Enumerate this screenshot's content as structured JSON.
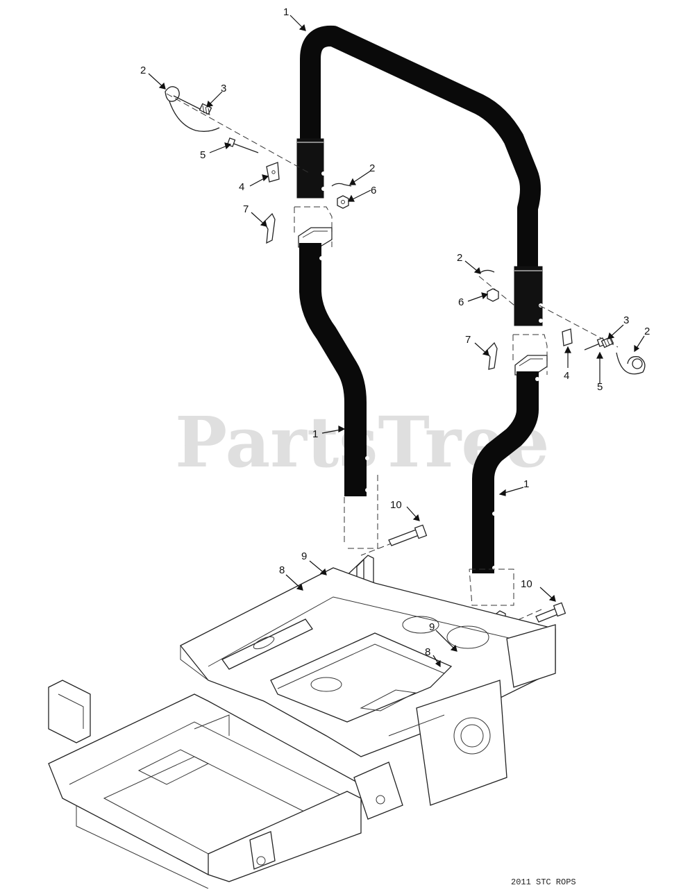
{
  "watermark": "PartsTree",
  "diagram_code": "2011 STC ROPS",
  "callouts": [
    {
      "id": "c1-top",
      "text": "1"
    },
    {
      "id": "c2-left-pin",
      "text": "2"
    },
    {
      "id": "c3-left-spring",
      "text": "3"
    },
    {
      "id": "c5-left-bolt",
      "text": "5"
    },
    {
      "id": "c2-left-clip",
      "text": "2"
    },
    {
      "id": "c4-left-bracket",
      "text": "4"
    },
    {
      "id": "c6-left-nut",
      "text": "6"
    },
    {
      "id": "c7-left-latch",
      "text": "7"
    },
    {
      "id": "c2-right-clip",
      "text": "2"
    },
    {
      "id": "c6-right-nut",
      "text": "6"
    },
    {
      "id": "c3-right-spring",
      "text": "3"
    },
    {
      "id": "c2-right-pin",
      "text": "2"
    },
    {
      "id": "c7-right-latch",
      "text": "7"
    },
    {
      "id": "c4-right-bracket",
      "text": "4"
    },
    {
      "id": "c5-right-bolt",
      "text": "5"
    },
    {
      "id": "c1-left-lower",
      "text": "1"
    },
    {
      "id": "c1-right-lower",
      "text": "1"
    },
    {
      "id": "c10-left-bolt",
      "text": "10"
    },
    {
      "id": "c9-left-washer",
      "text": "9"
    },
    {
      "id": "c8-left-nut",
      "text": "8"
    },
    {
      "id": "c10-right-bolt",
      "text": "10"
    },
    {
      "id": "c9-right-washer",
      "text": "9"
    },
    {
      "id": "c8-right-nut",
      "text": "8"
    }
  ]
}
